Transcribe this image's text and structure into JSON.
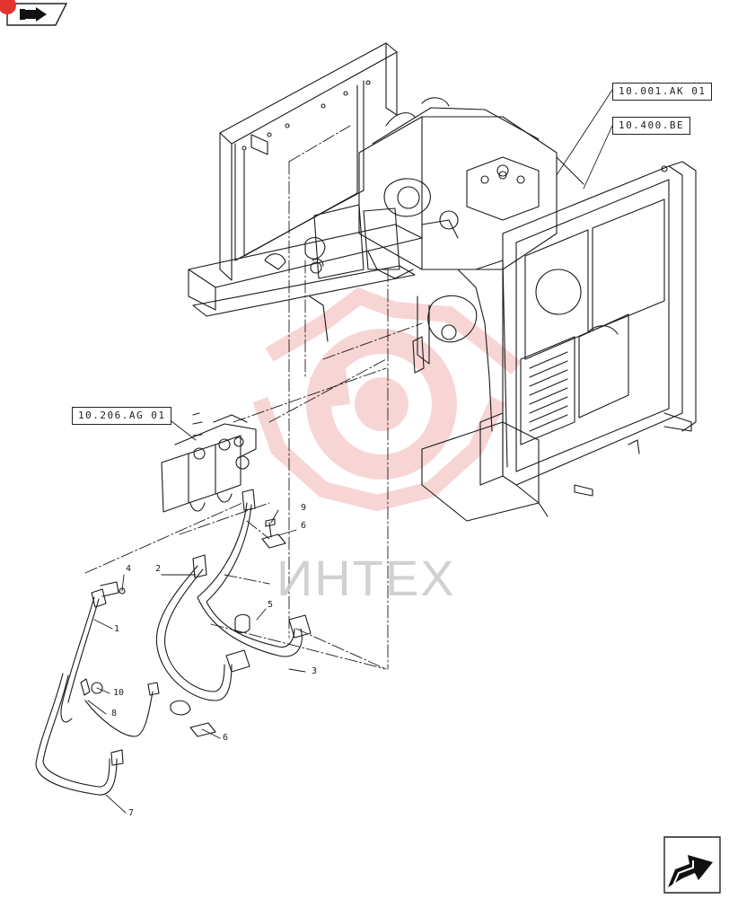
{
  "references": {
    "engine": "10.001.AK 01",
    "cooling": "10.400.BE",
    "filter": "10.206.AG 01"
  },
  "callouts": {
    "c1": "1",
    "c2": "2",
    "c3": "3",
    "c4": "4",
    "c5": "5",
    "c6a": "6",
    "c6b": "6",
    "c7": "7",
    "c8": "8",
    "c9": "9",
    "c10": "10"
  },
  "watermark": {
    "text": "ИНТЕХ",
    "color": "#f2b6b6"
  },
  "icons": {
    "top_nav": "back-arrow-icon",
    "bottom_nav": "next-page-arrow-icon"
  }
}
